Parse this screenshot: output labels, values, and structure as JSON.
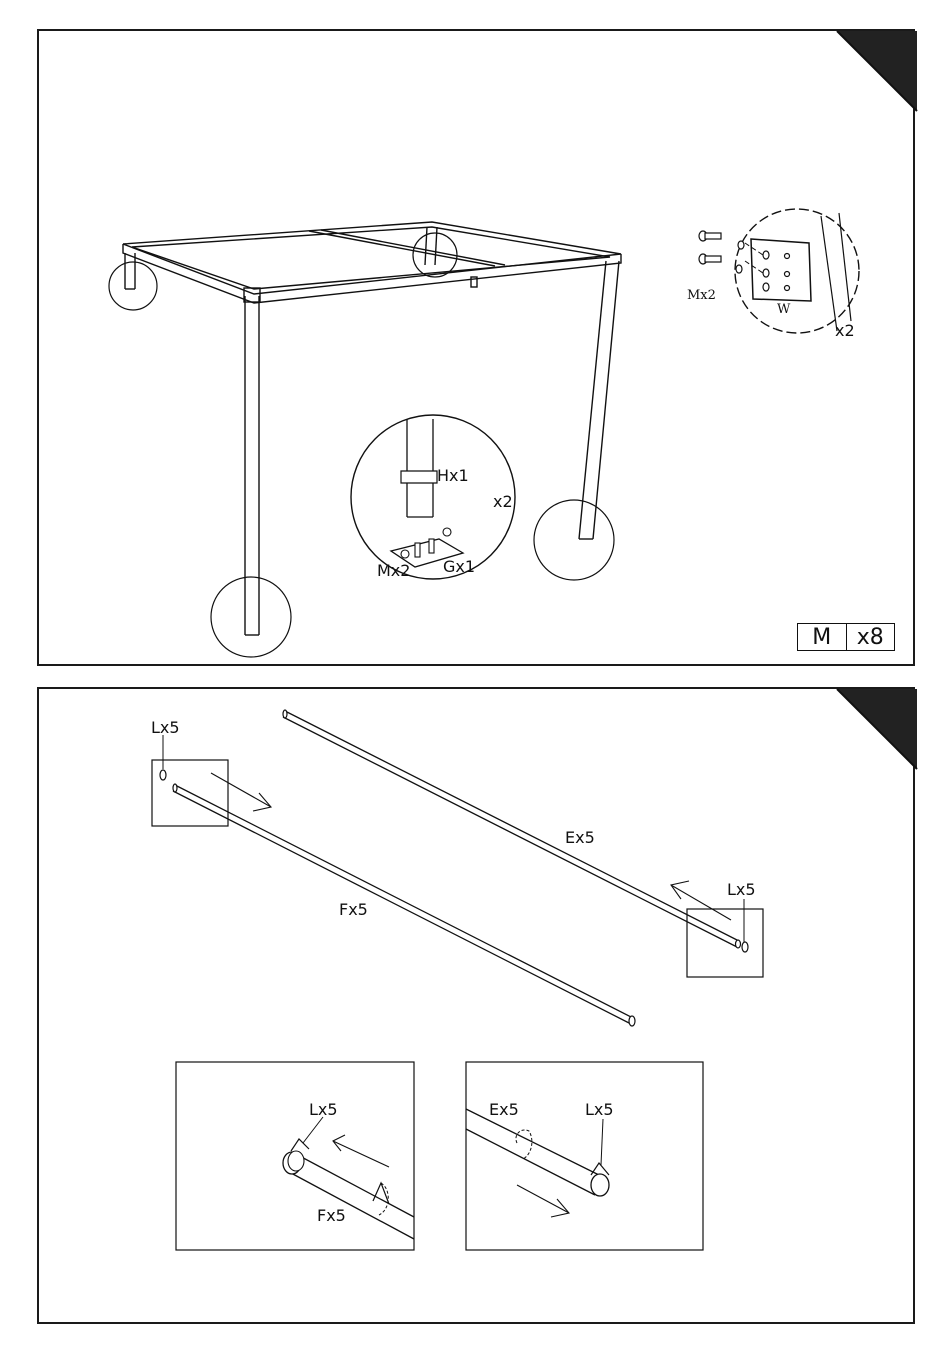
{
  "top_panel": {
    "callout_bracket": {
      "x2": "x2"
    },
    "callout_foot": {
      "hinge": "Hx1",
      "count": "x2",
      "screws": "Mx2",
      "plate": "Gx1"
    },
    "screw_count_box": {
      "part": "M",
      "qty": "x8"
    }
  },
  "bottom_panel": {
    "pole_e": "Ex5",
    "pole_f": "Fx5",
    "clip_left": "Lx5",
    "clip_right": "Lx5",
    "detail_left": {
      "clip": "Lx5",
      "pole": "Fx5"
    },
    "detail_right": {
      "pole": "Ex5",
      "clip": "Lx5"
    }
  }
}
